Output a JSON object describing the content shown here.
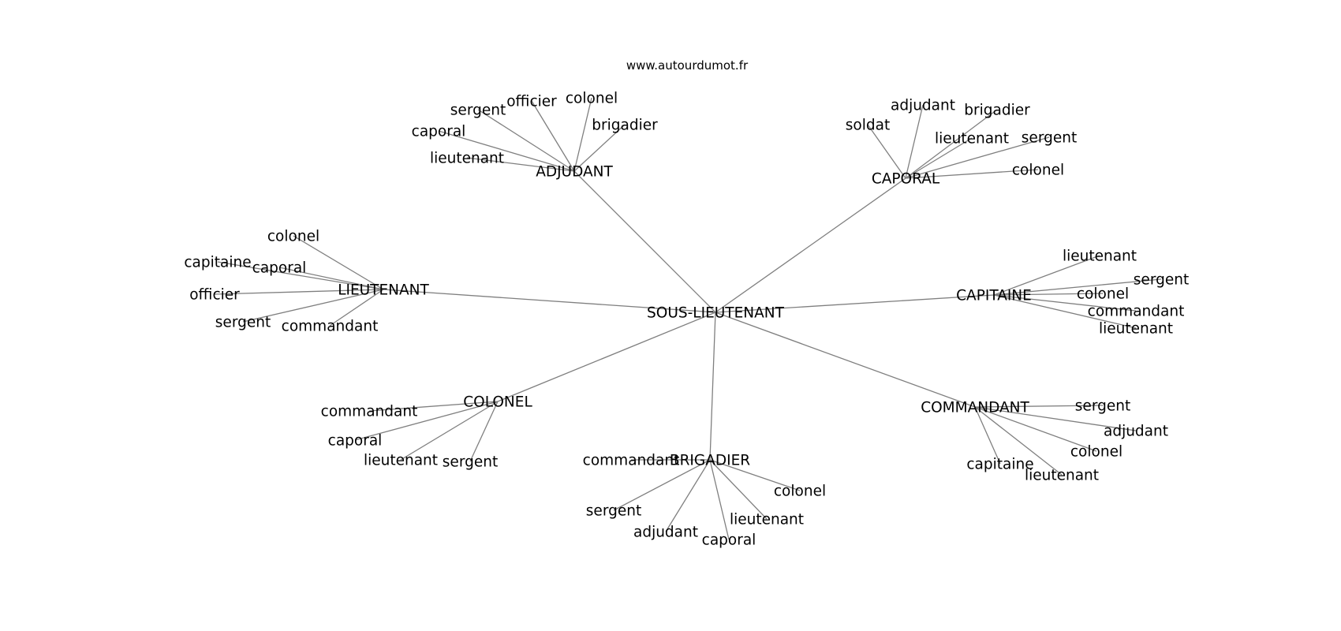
{
  "source_text": "www.autourdumot.fr",
  "colors": {
    "edge": "#7f7f7f",
    "text": "#000000",
    "background": "#ffffff"
  },
  "graph": {
    "center": "SOUS-LIEUTENANT",
    "hubs": [
      {
        "label": "ADJUDANT",
        "leaves": [
          "sergent",
          "officier",
          "colonel",
          "brigadier",
          "caporal",
          "lieutenant"
        ]
      },
      {
        "label": "CAPORAL",
        "leaves": [
          "soldat",
          "adjudant",
          "brigadier",
          "lieutenant",
          "sergent",
          "colonel"
        ]
      },
      {
        "label": "LIEUTENANT",
        "leaves": [
          "colonel",
          "capitaine",
          "caporal",
          "officier",
          "sergent",
          "commandant"
        ]
      },
      {
        "label": "CAPITAINE",
        "leaves": [
          "lieutenant",
          "sergent",
          "colonel",
          "commandant",
          "lieutenant"
        ]
      },
      {
        "label": "COLONEL",
        "leaves": [
          "commandant",
          "caporal",
          "lieutenant",
          "sergent"
        ]
      },
      {
        "label": "BRIGADIER",
        "leaves": [
          "commandant",
          "colonel",
          "sergent",
          "lieutenant",
          "adjudant",
          "caporal"
        ]
      },
      {
        "label": "COMMANDANT",
        "leaves": [
          "sergent",
          "adjudant",
          "colonel",
          "capitaine",
          "lieutenant"
        ]
      }
    ]
  }
}
